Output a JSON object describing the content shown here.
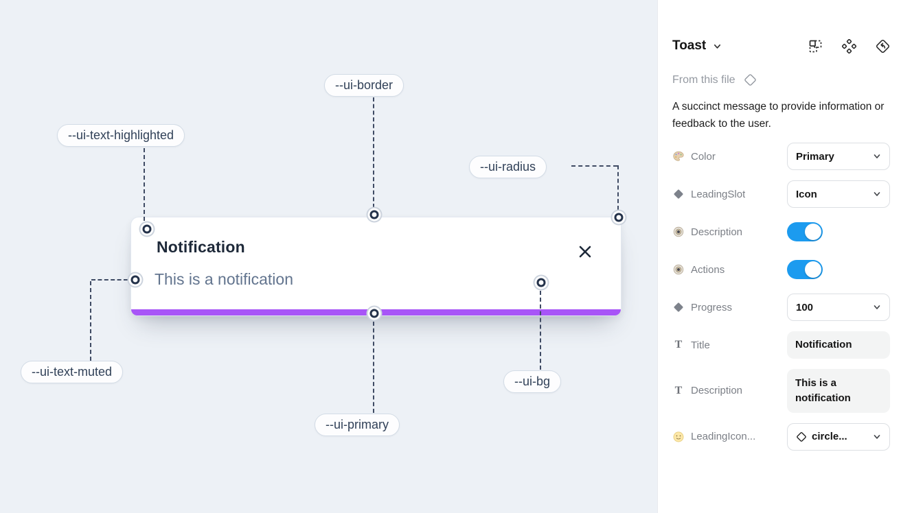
{
  "canvas": {
    "annotations": [
      {
        "label": "--ui-border"
      },
      {
        "label": "--ui-text-highlighted"
      },
      {
        "label": "--ui-radius"
      },
      {
        "label": "--ui-text-muted"
      },
      {
        "label": "--ui-primary"
      },
      {
        "label": "--ui-bg"
      }
    ],
    "toast": {
      "title": "Notification",
      "description": "This is a notification"
    }
  },
  "panel": {
    "title": "Toast",
    "source": "From this file",
    "description": "A succinct message to provide information or feedback to the user.",
    "properties": [
      {
        "icon": "palette",
        "label": "Color",
        "control": "select",
        "value": "Primary"
      },
      {
        "icon": "diamond",
        "label": "LeadingSlot",
        "control": "select",
        "value": "Icon"
      },
      {
        "icon": "eye",
        "label": "Description",
        "control": "toggle",
        "value": "on"
      },
      {
        "icon": "eye",
        "label": "Actions",
        "control": "toggle",
        "value": "on"
      },
      {
        "icon": "diamond",
        "label": "Progress",
        "control": "select",
        "value": "100"
      },
      {
        "icon": "text",
        "label": "Title",
        "control": "text",
        "value": "Notification"
      },
      {
        "icon": "text",
        "label": "Description",
        "control": "text",
        "value": "This is a notification"
      },
      {
        "icon": "smiley",
        "label": "LeadingIcon...",
        "control": "select-icon",
        "value": "circle..."
      }
    ]
  },
  "colors": {
    "primary": "#a855f7",
    "toggle_on": "#1c9bef",
    "canvas_bg": "#edf1f6"
  }
}
